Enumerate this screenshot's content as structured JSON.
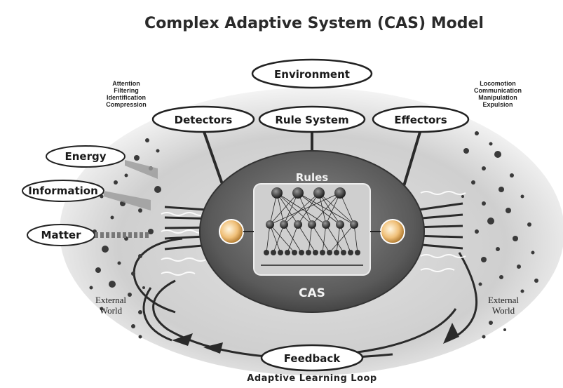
{
  "title": "Complex Adaptive System (CAS) Model",
  "nodes": {
    "environment": "Environment",
    "detectors": "Detectors",
    "rule_system": "Rule System",
    "effectors": "Effectors",
    "energy": "Energy",
    "information": "Information",
    "matter": "Matter",
    "feedback": "Feedback",
    "rules": "Rules",
    "cas": "CAS"
  },
  "detector_functions": [
    "Attention",
    "Filtering",
    "Identification",
    "Compression"
  ],
  "effector_functions": [
    "Locomotion",
    "Communication",
    "Manipulation",
    "Expulsion"
  ],
  "external_world_left": [
    "External",
    "World"
  ],
  "external_world_right": [
    "External",
    "World"
  ],
  "loop_label": "Adaptive Learning Loop",
  "colors": {
    "core_dark": "#4a4a4a",
    "core_mid": "#7a7a7a",
    "background_texture": "#d8d8d8",
    "pill_fill": "#ffffff",
    "node_light": "#f2c98a"
  }
}
